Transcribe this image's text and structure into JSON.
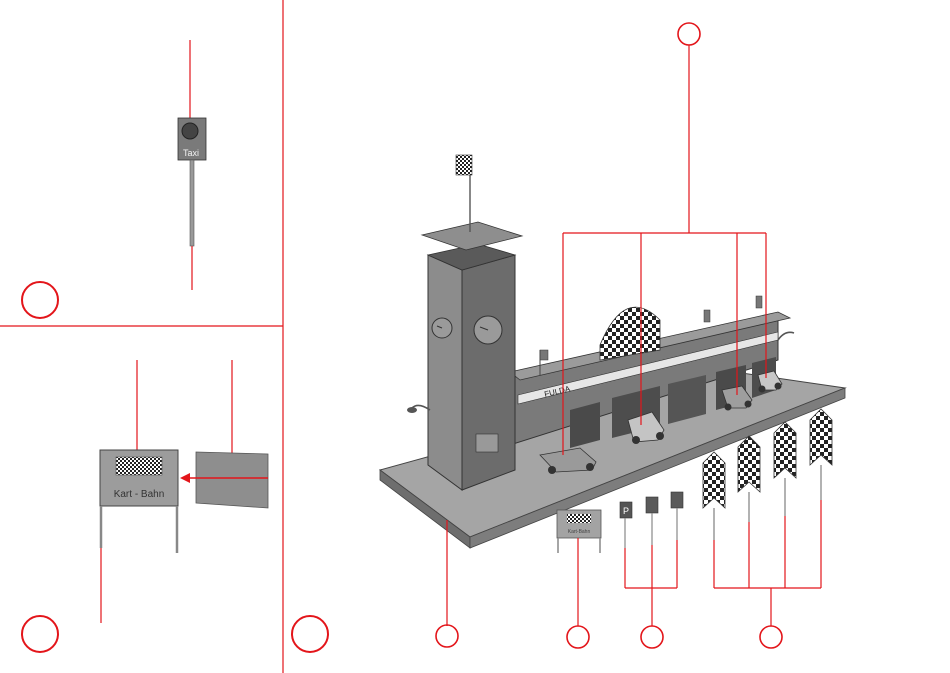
{
  "colors": {
    "callout": "#e3151a",
    "model_dark": "#555555",
    "model_mid": "#8a8a8a",
    "model_light": "#b8b8b8",
    "background": "#ffffff"
  },
  "panels": {
    "top_left": {
      "sign_text": "Taxi"
    },
    "bottom_left": {
      "board_text": "Kart - Bahn"
    },
    "main": {
      "banner_text": "FULDA",
      "parking_sign_text": "P",
      "small_sign_text": "Kart-Bahn"
    }
  },
  "icons": {
    "checkered_flag": "checkered-flag-icon",
    "callout_circle": "callout-circle-icon"
  }
}
